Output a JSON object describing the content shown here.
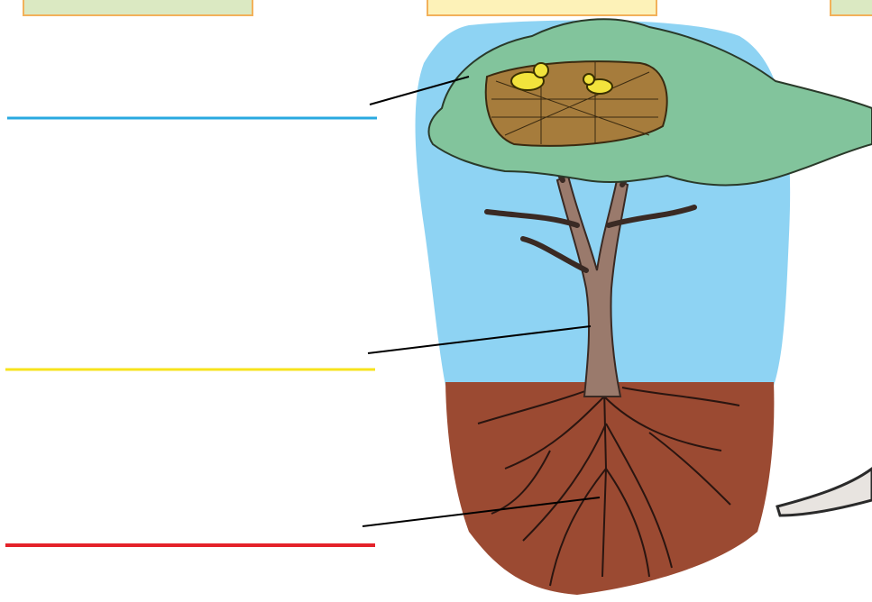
{
  "label_boxes": [
    {
      "id": "box-green",
      "fill": "#dbe9c2"
    },
    {
      "id": "box-yellow",
      "fill": "#fdf2b8"
    },
    {
      "id": "box-partial",
      "fill": "#dbe9c2"
    }
  ],
  "answer_lines": [
    {
      "name": "answer-line-top",
      "color": "#29a9e0"
    },
    {
      "name": "answer-line-middle",
      "color": "#f7e31c"
    },
    {
      "name": "answer-line-bottom",
      "color": "#e4222a"
    }
  ],
  "colors": {
    "sky": "#8ed3f3",
    "soil": "#9b4a32",
    "foliage": "#82c49c",
    "trunk": "#9a7a6c",
    "nest": "#a67c3c",
    "birds": "#f2e33c",
    "pointer": "#000000"
  },
  "icons": [
    "tree-illustration",
    "bird-icon",
    "nest-icon",
    "root-system",
    "rock-icon"
  ]
}
